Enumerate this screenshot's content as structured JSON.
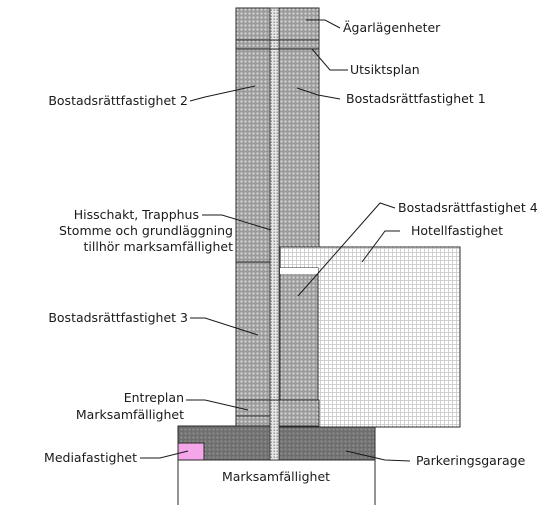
{
  "labels": {
    "agarlagenheter": "Ägarlägenheter",
    "utsiktsplan": "Utsiktsplan",
    "bostadsratt1": "Bostadsrättfastighet 1",
    "bostadsratt2": "Bostadsrättfastighet 2",
    "bostadsratt4": "Bostadsrättfastighet 4",
    "hotell": "Hotellfastighet",
    "hiss1": "Hisschakt, Trapphus",
    "hiss2": "Stomme och grundläggning",
    "hiss3": "tillhör marksamfällighet",
    "bostadsratt3": "Bostadsrättfastighet 3",
    "entreplan": "Entreplan",
    "marksamf_entre": "Marksamfällighet",
    "mediafastighet": "Mediafastighet",
    "parkeringsgarage": "Parkeringsgarage",
    "marksamf_ground": "Marksamfällighet"
  },
  "colors": {
    "tower_fill": "#8a8a8a",
    "hotel_fill": "#f2f2f2",
    "shaft_fill": "#d9d9d9",
    "garage_fill": "#7a7a7a",
    "media_fill": "#f4a6e8"
  }
}
